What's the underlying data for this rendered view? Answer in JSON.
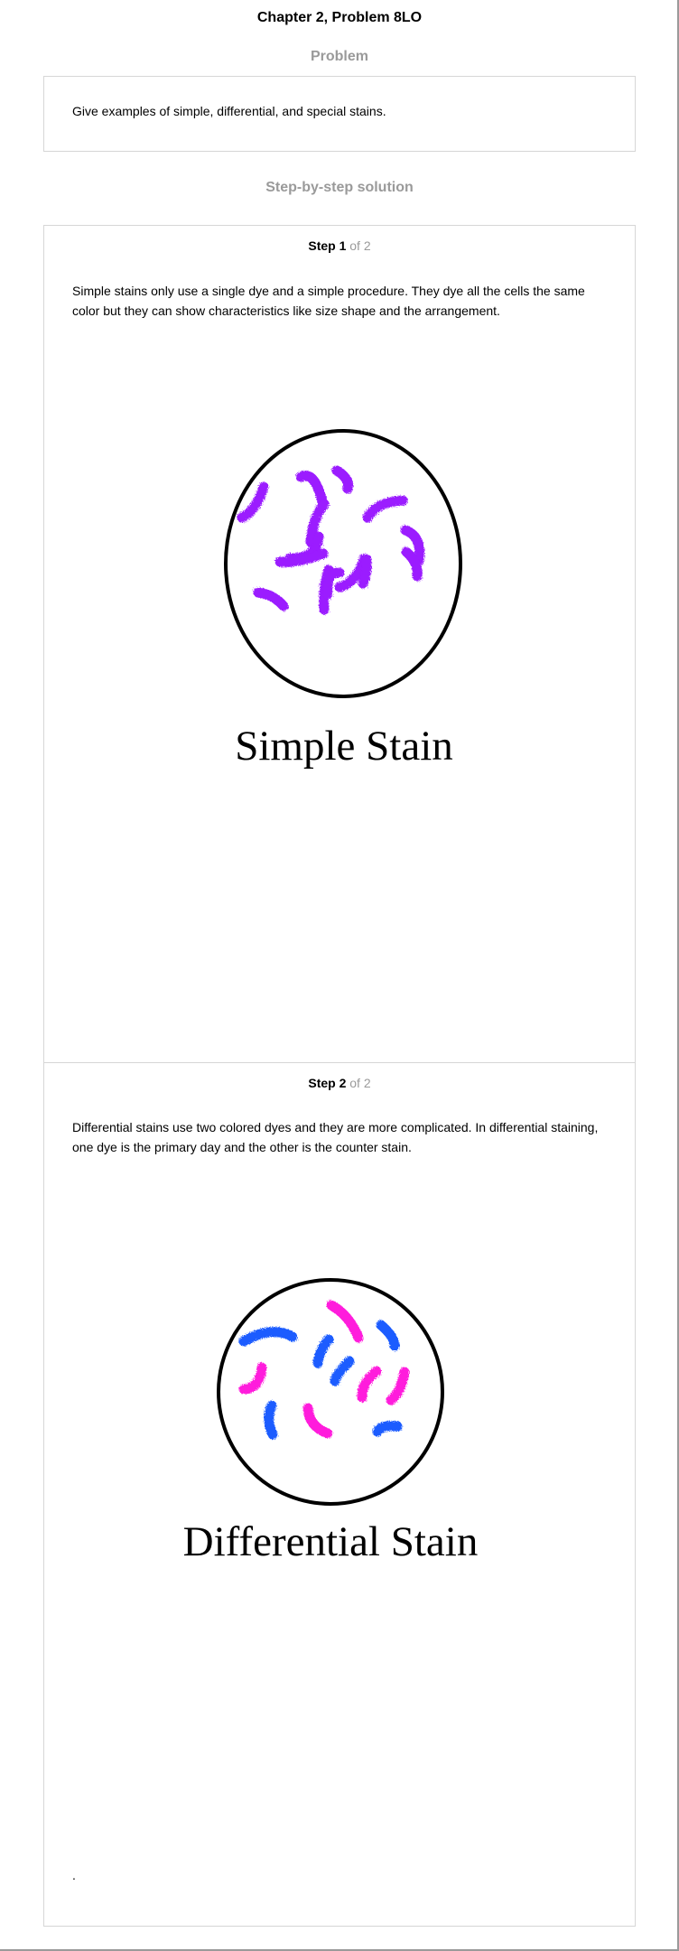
{
  "header": {
    "title": "Chapter 2, Problem 8LO"
  },
  "problem": {
    "heading": "Problem",
    "text": "Give examples of simple, differential, and special stains."
  },
  "solution": {
    "heading": "Step-by-step solution",
    "steps": [
      {
        "label": "Step 1",
        "of": "of 2",
        "text": "Simple stains only use a single dye and a simple procedure. They dye all the cells the same color but they can show characteristics like size shape and the arrangement.",
        "figure_caption": "Simple Stain"
      },
      {
        "label": "Step 2",
        "of": "of 2",
        "text": "Differential stains use two colored dyes and they are more complicated. In differential staining, one dye is the primary day and the other is the counter stain.",
        "figure_caption": "Differential Stain",
        "trailing": "."
      }
    ]
  },
  "colors": {
    "heading_gray": "#9a9a9a",
    "border": "#d6d6d6",
    "simple_stain": "#9b1aff",
    "primary_stain": "#1a5cff",
    "counter_stain": "#ff1adc"
  },
  "icons": {
    "figure1": "simple-stain-micrograph",
    "figure2": "differential-stain-micrograph"
  }
}
